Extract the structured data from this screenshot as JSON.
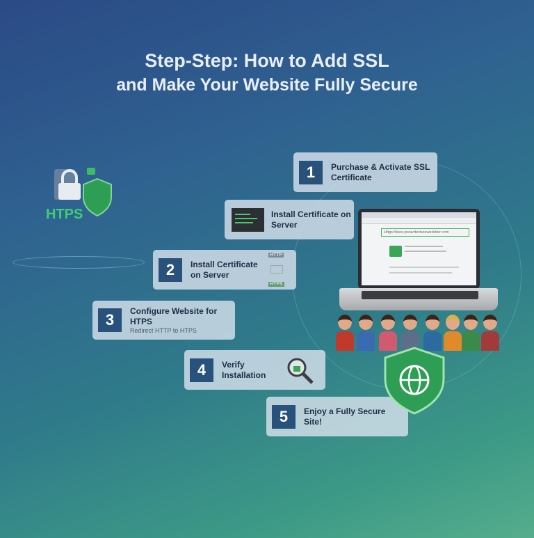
{
  "title": {
    "line1": "Step-Step: How to Add SSL",
    "line2": "and Make Your Website Fully Secure"
  },
  "badge": {
    "label": "HTPS"
  },
  "steps": [
    {
      "number": "1",
      "text": "Purchase & Activate SSL Certificate"
    },
    {
      "number": "",
      "text": "Install Certificate on Server"
    },
    {
      "number": "2",
      "text": "Install Certificate on Server",
      "tags": [
        "HTTP",
        "HTPS"
      ]
    },
    {
      "number": "3",
      "text": "Configure Website for HTPS",
      "subtext": "Redirect HTTP to HTPS"
    },
    {
      "number": "4",
      "text": "Verify Installation"
    },
    {
      "number": "5",
      "text": "Enjoy a Fully Secure Site!"
    }
  ],
  "browser": {
    "url": "Httgs://tees.yreavrtecturewecktter.com"
  },
  "colors": {
    "accent": "#28517c",
    "green": "#3aa556"
  }
}
